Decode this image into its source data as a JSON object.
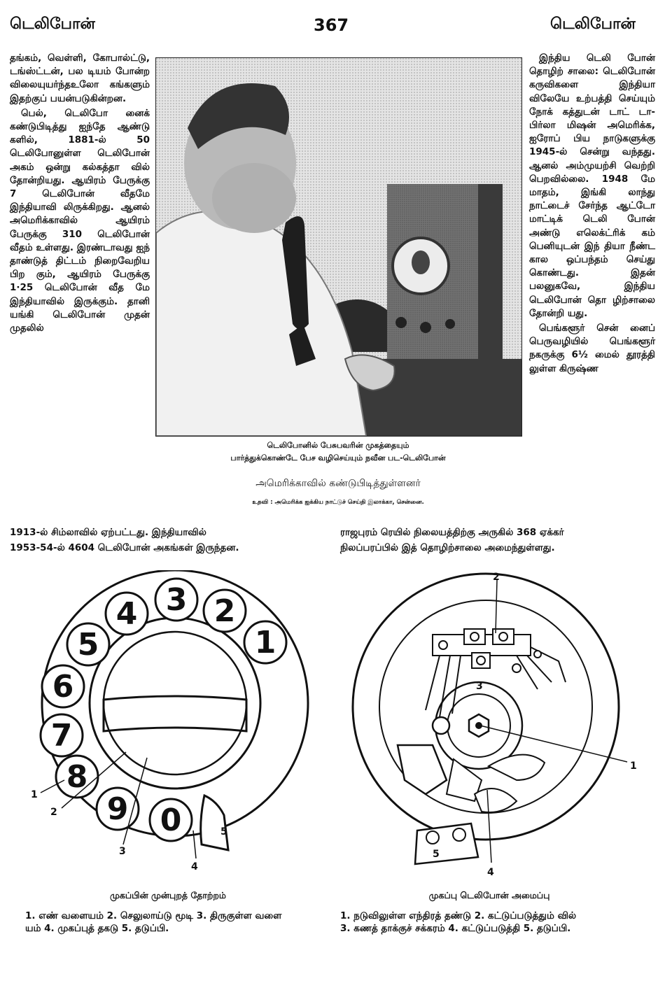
{
  "header": {
    "left_title": "டெலிபோன்",
    "page_number": "367",
    "right_title": "டெலிபோன்"
  },
  "left_column": [
    "தங்கம், வெள்ளி, கோபால்ட்டு, டங்ஸ்ட்டன், பல டியம் போன்ற விலையுயர்ந்தஉலோ கங்களும் இதற்குப் பயன்படுகின்றன.",
    "பெல், டெலிபோ னைக் கண்டுபிடித்து ஐந்தே ஆண்டு களில், 1881-ல் 50 டெலிபோனுள்ள டெலிபோன் அகம் ஒன்று கல்கத்தா வில் தோன்றியது. ஆயிரம் பேருக்கு 7 டெலிபோன் வீதமே இந்தியாவி லிருக்கிறது. ஆனல் அமெரிக்காவில் ஆயிரம் பேருக்கு 310 டெலிபோன் வீதம் உள்ளது. இரண்டாவது ஐந் தாண்டுத் திட்டம் நிறைவேறிய பிற கும், ஆயிரம் பேருக்கு 1·25 டெலிபோன் வீத மே இந்தியாவில் இருக்கும். தானி யங்கி டெலிபோன் முதன் முதலில்"
  ],
  "right_column": [
    "இந்திய டெலி போன் தொழிற் சாலை: டெலிபோன் கருவிகளை இந்தியா விலேயே உற்பத்தி செய்யும் நோக் கத்துடன் டாட் டா-பிர்லா மிஷன் அமெரிக்க, ஐரோப் பிய நாடுகளுக்கு 1945-ல் சென்று வந்தது. ஆனல் அம்முயற்சி வெற்றி பெறவில்லை. 1948 மே மாதம், இங்கி லாந்து நாட்டைச் சேர்ந்த ஆட்டோ மாட்டிக் டெலி போன் அண்டு எலெக்ட்ரிக் கம் பெனியுடன் இந் தியா நீண்ட கால ஒப்பந்தம் செய்து கொண்டது. இதன் பலனுகவே, இந்திய டெலிபோன் தொ ழிற்சாலை தோன்றி யது.",
    "பெங்களூர் சென் னைப் பெருவழியில் பெங்களூர் நகருக்கு 6½ மைல் தூரத்தி லுள்ள கிருஷ்ண"
  ],
  "photo_caption": {
    "line1": "டெலிபோனில் பேசுபவரின் முகத்தையும்",
    "line2": "பார்த்துக்கொண்டே பேச வழிசெய்யும் நவீன பட-டெலிபோன்",
    "line3": "அமெரிக்காவில் கண்டுபிடித்துள்ளனர்",
    "credit": "உதவி : அமெரிக்க ஐக்கிய நாட்டுச் செய்தி இலாக்கா, சென்னை."
  },
  "continuation": {
    "left_line1": "1913-ல் சிம்லாவில் ஏற்பட்டது. இந்தியாவில்",
    "left_line2": "1953-54-ல் 4604 டெலிபோன் அகங்கள் இருந்தன.",
    "right_line1": "ராஜபுரம் ரெயில் நிலையத்திற்கு அருகில் 368 ஏக்கர்",
    "right_line2": "நிலப்பரப்பில் இத் தொழிற்சாலை அமைந்துள்ளது."
  },
  "dial": {
    "digits": [
      "1",
      "2",
      "3",
      "4",
      "5",
      "6",
      "7",
      "8",
      "9",
      "0"
    ],
    "callouts": [
      "1",
      "2",
      "3",
      "4",
      "5"
    ],
    "caption": "முகப்பின் முன்புறத் தோற்றம்",
    "legend_line1": "1. எண் வளையம் 2. செலுலாய்டு மூடி 3. திருகுள்ள வளை",
    "legend_line2": "யம் 4. முகப்புத் தகடு 5. தடுப்பி."
  },
  "mechanism": {
    "callouts": [
      "1",
      "2",
      "3",
      "4",
      "5"
    ],
    "caption": "முகப்பு டெலிபோன் அமைப்பு",
    "legend_line1": "1. நடுவிலுள்ள எந்திரத் தண்டு 2. கட்டுப்படுத்தும் வில்",
    "legend_line2": "3. கணத் தாக்குச் சக்கரம் 4. கட்டுப்படுத்தி 5. தடுப்பி."
  }
}
